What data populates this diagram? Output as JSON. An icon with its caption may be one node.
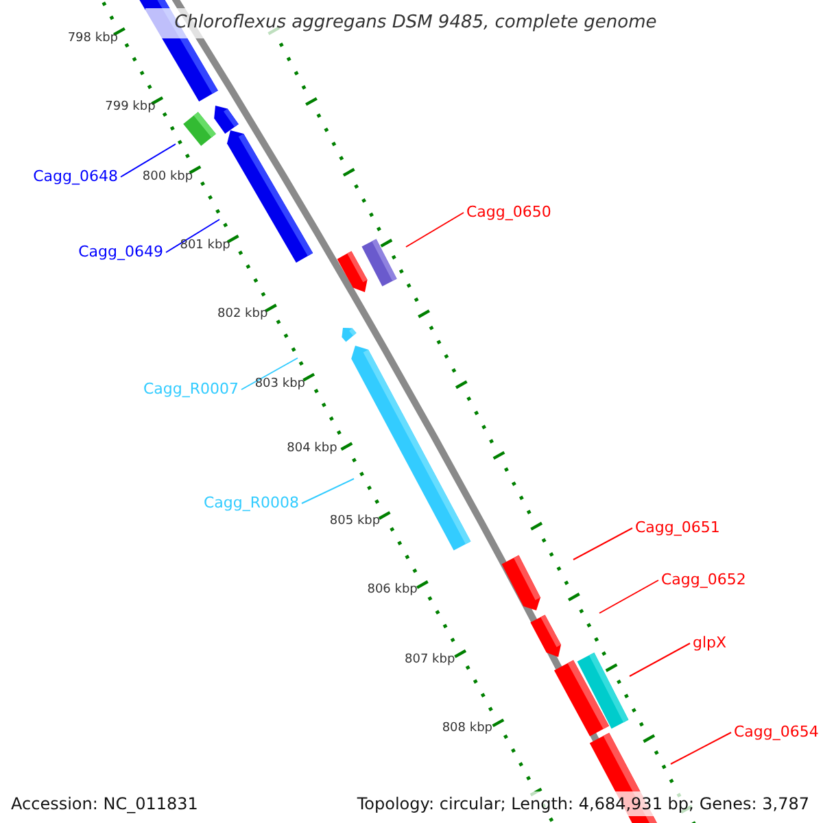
{
  "diagram": {
    "title": "Chloroflexus aggregans DSM 9485, complete genome",
    "nodes": [
      {
        "text": [
          "Cagg_0648"
        ]
      },
      {
        "text": [
          "Cagg_0649"
        ]
      },
      {
        "text": [
          "Cagg_0650"
        ]
      },
      {
        "text": [
          "Cagg_R0007"
        ]
      },
      {
        "text": [
          "Cagg_R0008"
        ]
      },
      {
        "text": [
          "Cagg_0651"
        ]
      },
      {
        "text": [
          "Cagg_0652"
        ]
      },
      {
        "text": [
          "glpX"
        ]
      },
      {
        "text": [
          "Cagg_0654"
        ]
      }
    ],
    "edges": [
      {
        "from": 0,
        "to": null,
        "arrow": "none",
        "color": "#0000ff"
      },
      {
        "from": 1,
        "to": null,
        "arrow": "none",
        "color": "#0000ff"
      },
      {
        "from": 2,
        "to": null,
        "arrow": "none"
      },
      {
        "from": 3,
        "to": null,
        "arrow": "none",
        "color": "#33ccff"
      },
      {
        "from": 4,
        "to": null,
        "arrow": "none",
        "color": "#33ccff"
      },
      {
        "from": 5,
        "to": null,
        "arrow": "none"
      },
      {
        "from": 6,
        "to": null,
        "arrow": "none"
      },
      {
        "from": 7,
        "to": null,
        "arrow": "none"
      },
      {
        "from": 8,
        "to": null,
        "arrow": "none"
      }
    ],
    "labels": [
      "798 kbp",
      "799 kbp",
      "800 kbp",
      "801 kbp",
      "802 kbp",
      "803 kbp",
      "804 kbp",
      "805 kbp",
      "806 kbp",
      "807 kbp",
      "808 kbp",
      "Accession: NC_011831",
      "Topology: circular; Length: 4,684,931 bp; Genes: 3,787"
    ]
  }
}
